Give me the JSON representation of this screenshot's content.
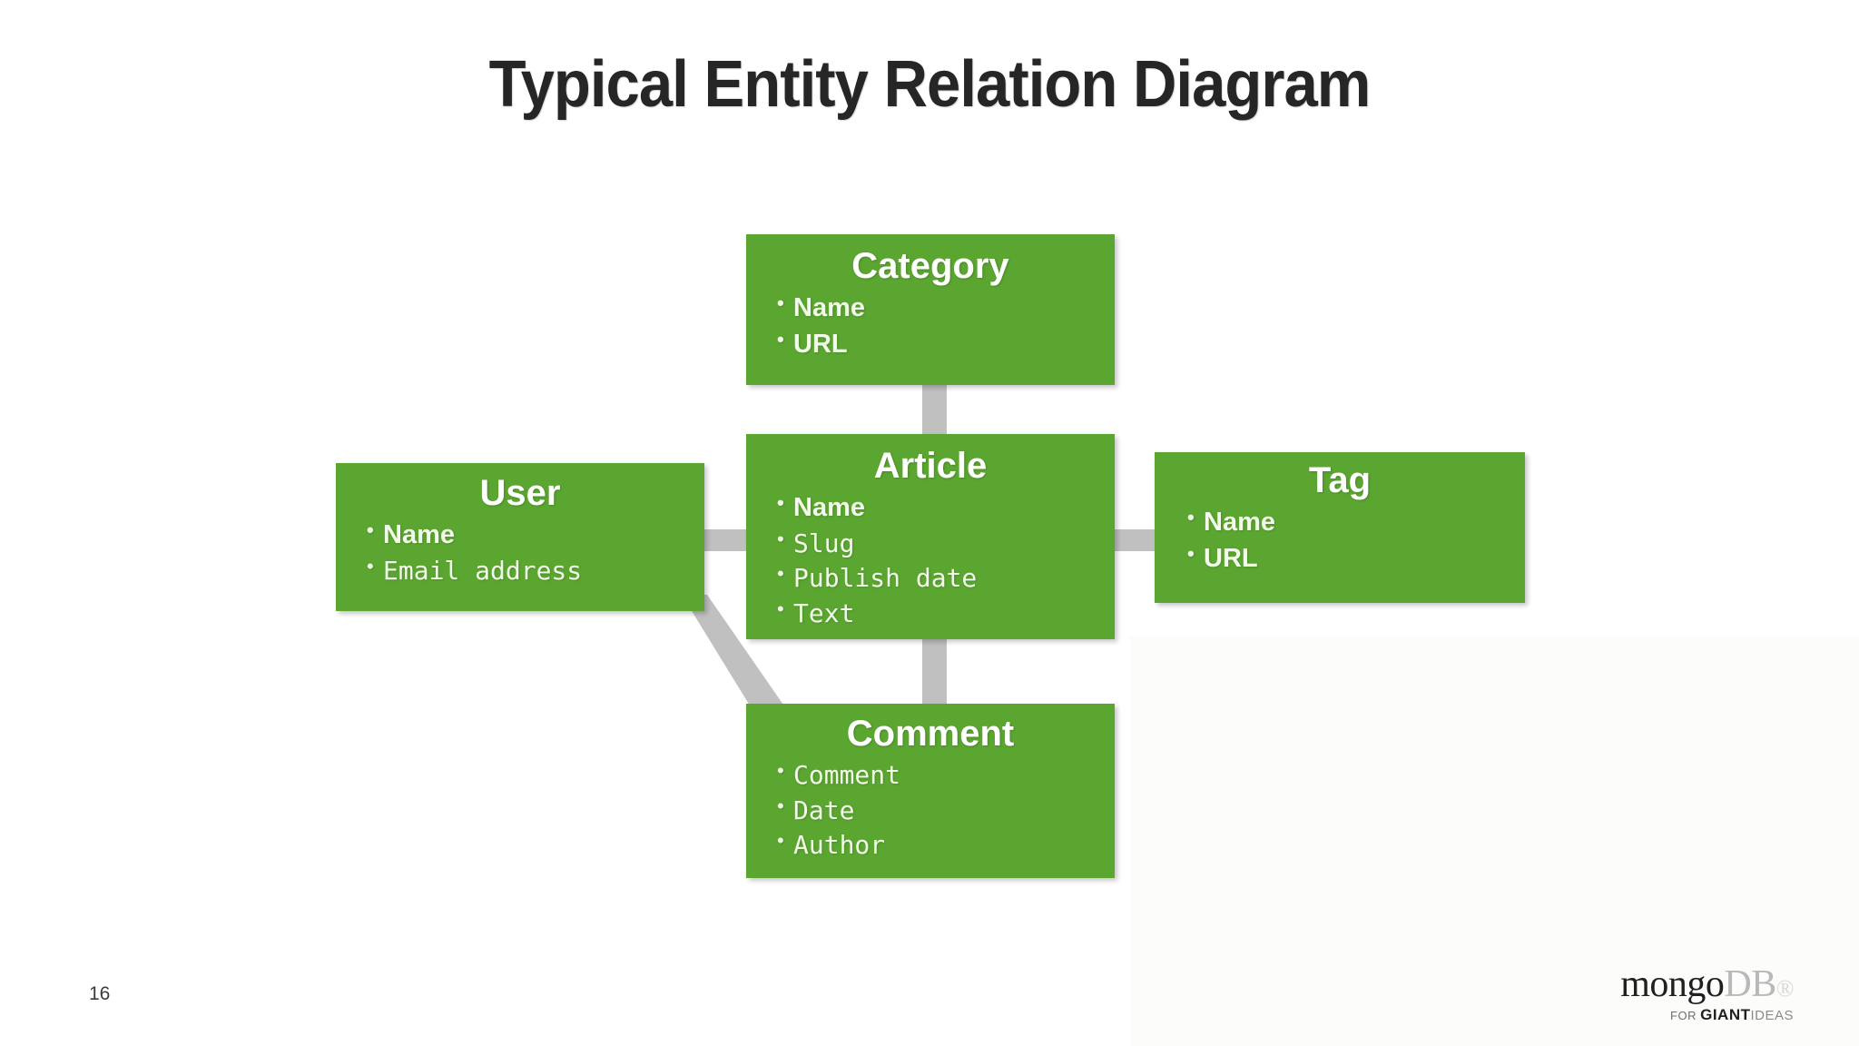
{
  "slide": {
    "title": "Typical Entity Relation Diagram",
    "page_number": "16",
    "background_color": "#ffffff",
    "title_color": "#262626"
  },
  "theme": {
    "entity_fill": "#5ba531",
    "entity_text": "#ffffff",
    "connector_color": "#c0c0c0"
  },
  "diagram": {
    "type": "entity-relation-diagram",
    "entities": [
      {
        "id": "category",
        "name": "Category",
        "fields": [
          {
            "label": "Name",
            "mono": false
          },
          {
            "label": "URL",
            "mono": false
          }
        ]
      },
      {
        "id": "article",
        "name": "Article",
        "fields": [
          {
            "label": "Name",
            "mono": false
          },
          {
            "label": "Slug",
            "mono": true
          },
          {
            "label": "Publish date",
            "mono": true
          },
          {
            "label": "Text",
            "mono": true
          }
        ]
      },
      {
        "id": "user",
        "name": "User",
        "fields": [
          {
            "label": "Name",
            "mono": false
          },
          {
            "label": "Email address",
            "mono": true
          }
        ]
      },
      {
        "id": "tag",
        "name": "Tag",
        "fields": [
          {
            "label": "Name",
            "mono": false
          },
          {
            "label": "URL",
            "mono": false
          }
        ]
      },
      {
        "id": "comment",
        "name": "Comment",
        "fields": [
          {
            "label": "Comment",
            "mono": true
          },
          {
            "label": "Date",
            "mono": true
          },
          {
            "label": "Author",
            "mono": true
          }
        ]
      }
    ],
    "relations": [
      {
        "from": "category",
        "to": "article",
        "orientation": "vertical"
      },
      {
        "from": "article",
        "to": "comment",
        "orientation": "vertical"
      },
      {
        "from": "user",
        "to": "article",
        "orientation": "horizontal"
      },
      {
        "from": "article",
        "to": "tag",
        "orientation": "horizontal"
      },
      {
        "from": "user",
        "to": "comment",
        "orientation": "diagonal"
      }
    ]
  },
  "logo": {
    "mongo": "mongo",
    "db": "DB",
    "dot": "®",
    "for": "FOR ",
    "giant": "GIANT",
    "ideas": "IDEAS"
  }
}
